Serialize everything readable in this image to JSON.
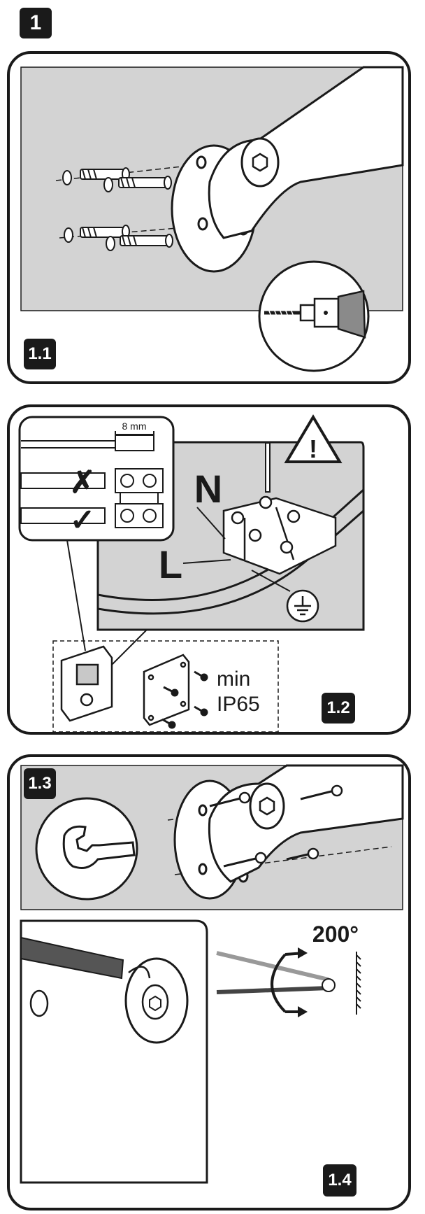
{
  "step": {
    "number": "1"
  },
  "panels": [
    {
      "badge": "1.1"
    },
    {
      "badge": "1.2",
      "strip_length": "8 mm",
      "neutral_label": "N",
      "live_label": "L",
      "rating_line1": "min",
      "rating_line2": "IP65",
      "wrong_mark": "✗",
      "right_mark": "✓",
      "warning_symbol": "!"
    },
    {
      "badge_top": "1.3",
      "badge_bottom": "1.4",
      "rotation": "200°"
    }
  ],
  "colors": {
    "ink": "#1a1a1a",
    "wall": "#d3d3d3",
    "gray": "#c8c8c8"
  }
}
